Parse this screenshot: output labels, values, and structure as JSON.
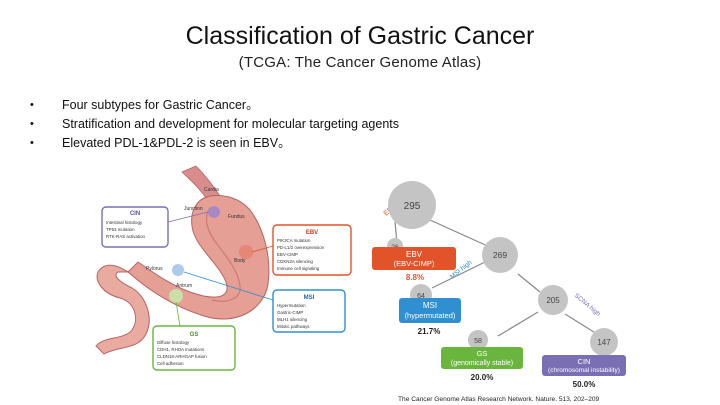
{
  "slide": {
    "title": "Classification of Gastric Cancer",
    "subtitle": "(TCGA: The Cancer Genome Atlas)",
    "bullets": [
      "Four subtypes for Gastric Cancer。",
      "Stratification and development for molecular targeting agents",
      "Elevated PDL-1&PDL-2 is seen in EBV。"
    ]
  },
  "stomach": {
    "regions": [
      "Cardia",
      "Junction",
      "Fundus",
      "Body",
      "Pylorus",
      "Antrum"
    ],
    "cin_box": {
      "title": "CIN",
      "items": [
        "Intestinal histology",
        "TP53 mutation",
        "RTK-RAS activation"
      ]
    },
    "ebv_box": {
      "title": "EBV",
      "items": [
        "PIK3CA mutation",
        "PD-L1/2 overexpression",
        "EBV-CIMP",
        "CDKN2A silencing",
        "Immune cell signaling"
      ]
    },
    "msi_box": {
      "title": "MSI",
      "items": [
        "Hypermutation",
        "Gastric-CIMP",
        "MLH1 silencing",
        "Mitotic pathways"
      ]
    },
    "gs_box": {
      "title": "GS",
      "items": [
        "Diffuse histology",
        "CDH1, RHOA mutations",
        "CLDN18-ARHGAP fusion",
        "Cell adhesion"
      ]
    },
    "colors": {
      "cin": "#7b6fb3",
      "ebv": "#e2532a",
      "msi": "#2f8fd0",
      "gs": "#6ab53d"
    }
  },
  "tree": {
    "nodes": {
      "root": "295",
      "n2": "269",
      "n3": "205",
      "ebv": "26",
      "msi": "64",
      "gs": "58",
      "cin": "147"
    },
    "edges": {
      "ebv": "EBV positive",
      "msi": "MSI high",
      "cin": "SCNA high"
    },
    "leaves": {
      "ebv": {
        "line1": "EBV",
        "line2": "(EBV-CIMP)",
        "pct": "8.8%",
        "color": "#e2532a"
      },
      "msi": {
        "line1": "MSI",
        "line2": "(hypermutated)",
        "pct": "21.7%",
        "color": "#2f8fd0"
      },
      "gs": {
        "line1": "GS",
        "line2": "(genomically stable)",
        "pct": "20.0%",
        "color": "#6ab53d"
      },
      "cin": {
        "line1": "CIN",
        "line2": "(chromosomal instability)",
        "pct": "50.0%",
        "color": "#7b6fb3"
      }
    },
    "node_color": "#c4c4c4"
  },
  "citation": "The Cancer Genome Atlas Research Network. Nature. 513, 202–209"
}
